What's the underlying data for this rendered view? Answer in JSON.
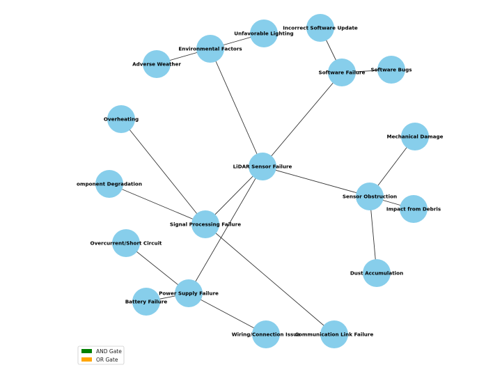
{
  "colors": {
    "node_fill": "#87ceeb",
    "edge": "#333333",
    "and_gate": "#008000",
    "or_gate": "#ffa500",
    "legend_border": "#cccccc"
  },
  "nodes": [
    {
      "id": "lidar",
      "label": "LiDAR Sensor Failure"
    },
    {
      "id": "env",
      "label": "Environmental Factors"
    },
    {
      "id": "unfav",
      "label": "Unfavorable Lighting"
    },
    {
      "id": "weather",
      "label": "Adverse Weather"
    },
    {
      "id": "incsw",
      "label": "Incorrect Software Update"
    },
    {
      "id": "swfail",
      "label": "Software Failure"
    },
    {
      "id": "swbugs",
      "label": "Software Bugs"
    },
    {
      "id": "overheat",
      "label": "Overheating"
    },
    {
      "id": "mech",
      "label": "Mechanical Damage"
    },
    {
      "id": "compdeg",
      "label": "omponent Degradation"
    },
    {
      "id": "obstr",
      "label": "Sensor Obstruction"
    },
    {
      "id": "debris",
      "label": "Impact from Debris"
    },
    {
      "id": "sigproc",
      "label": "Signal Processing Failure"
    },
    {
      "id": "overcur",
      "label": "Overcurrent/Short Circuit"
    },
    {
      "id": "dust",
      "label": "Dust Accumulation"
    },
    {
      "id": "psu",
      "label": "Power Supply Failure"
    },
    {
      "id": "battery",
      "label": "Battery Failure"
    },
    {
      "id": "wiring",
      "label": "Wiring/Connection Issue"
    },
    {
      "id": "comm",
      "label": "Communication Link Failure"
    }
  ],
  "edges": [
    [
      "lidar",
      "env"
    ],
    [
      "env",
      "unfav"
    ],
    [
      "env",
      "weather"
    ],
    [
      "lidar",
      "swfail"
    ],
    [
      "swfail",
      "incsw"
    ],
    [
      "swfail",
      "swbugs"
    ],
    [
      "lidar",
      "obstr"
    ],
    [
      "obstr",
      "mech"
    ],
    [
      "obstr",
      "debris"
    ],
    [
      "obstr",
      "dust"
    ],
    [
      "lidar",
      "sigproc"
    ],
    [
      "sigproc",
      "overheat"
    ],
    [
      "sigproc",
      "compdeg"
    ],
    [
      "sigproc",
      "comm"
    ],
    [
      "lidar",
      "psu"
    ],
    [
      "psu",
      "overcur"
    ],
    [
      "psu",
      "battery"
    ],
    [
      "psu",
      "wiring"
    ]
  ],
  "legend": {
    "items": [
      {
        "label": "AND Gate",
        "color": "#008000"
      },
      {
        "label": "OR Gate",
        "color": "#ffa500"
      }
    ]
  }
}
